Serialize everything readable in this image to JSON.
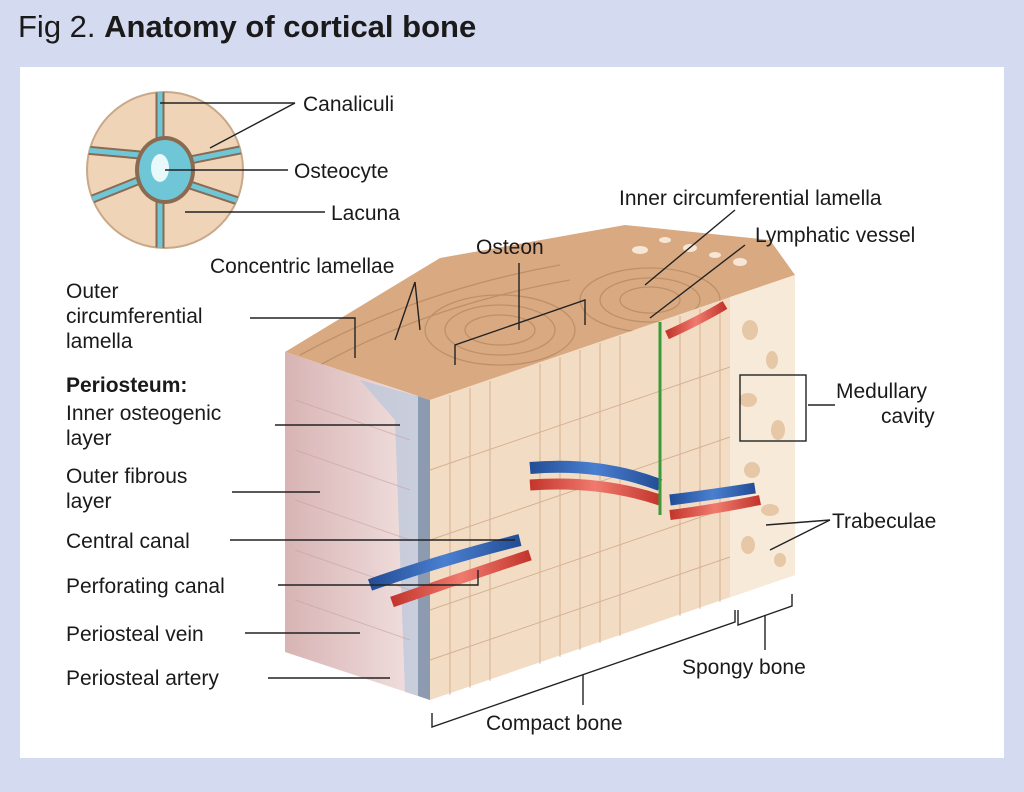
{
  "figure": {
    "number": "Fig 2.",
    "title": "Anatomy of cortical bone"
  },
  "labels": {
    "canaliculi": "Canaliculi",
    "osteocyte": "Osteocyte",
    "lacuna": "Lacuna",
    "inner_circumferential_lamella": "Inner circumferential lamella",
    "lymphatic_vessel": "Lymphatic vessel",
    "osteon": "Osteon",
    "concentric_lamellae": "Concentric lamellae",
    "outer_circumferential_lamella": [
      "Outer",
      "circumferential",
      "lamella"
    ],
    "periosteum_heading": "Periosteum:",
    "inner_osteogenic_layer": [
      "Inner osteogenic",
      "layer"
    ],
    "outer_fibrous_layer": [
      "Outer fibrous",
      "layer"
    ],
    "central_canal": "Central canal",
    "perforating_canal": "Perforating canal",
    "periosteal_vein": "Periosteal vein",
    "periosteal_artery": "Periosteal artery",
    "medullary_cavity": [
      "Medullary",
      "cavity"
    ],
    "trabeculae": "Trabeculae",
    "spongy_bone": "Spongy bone",
    "compact_bone": "Compact bone"
  },
  "colors": {
    "background": "#d4daf0",
    "bone_top": "#d9aa82",
    "bone_front": "#f3dcc4",
    "periosteum": "#e6c4c4",
    "vein": "#2f5fb0",
    "artery": "#d9433a",
    "lymphatic": "#3a9a3a",
    "osteocyte": "#6fc6d6"
  }
}
